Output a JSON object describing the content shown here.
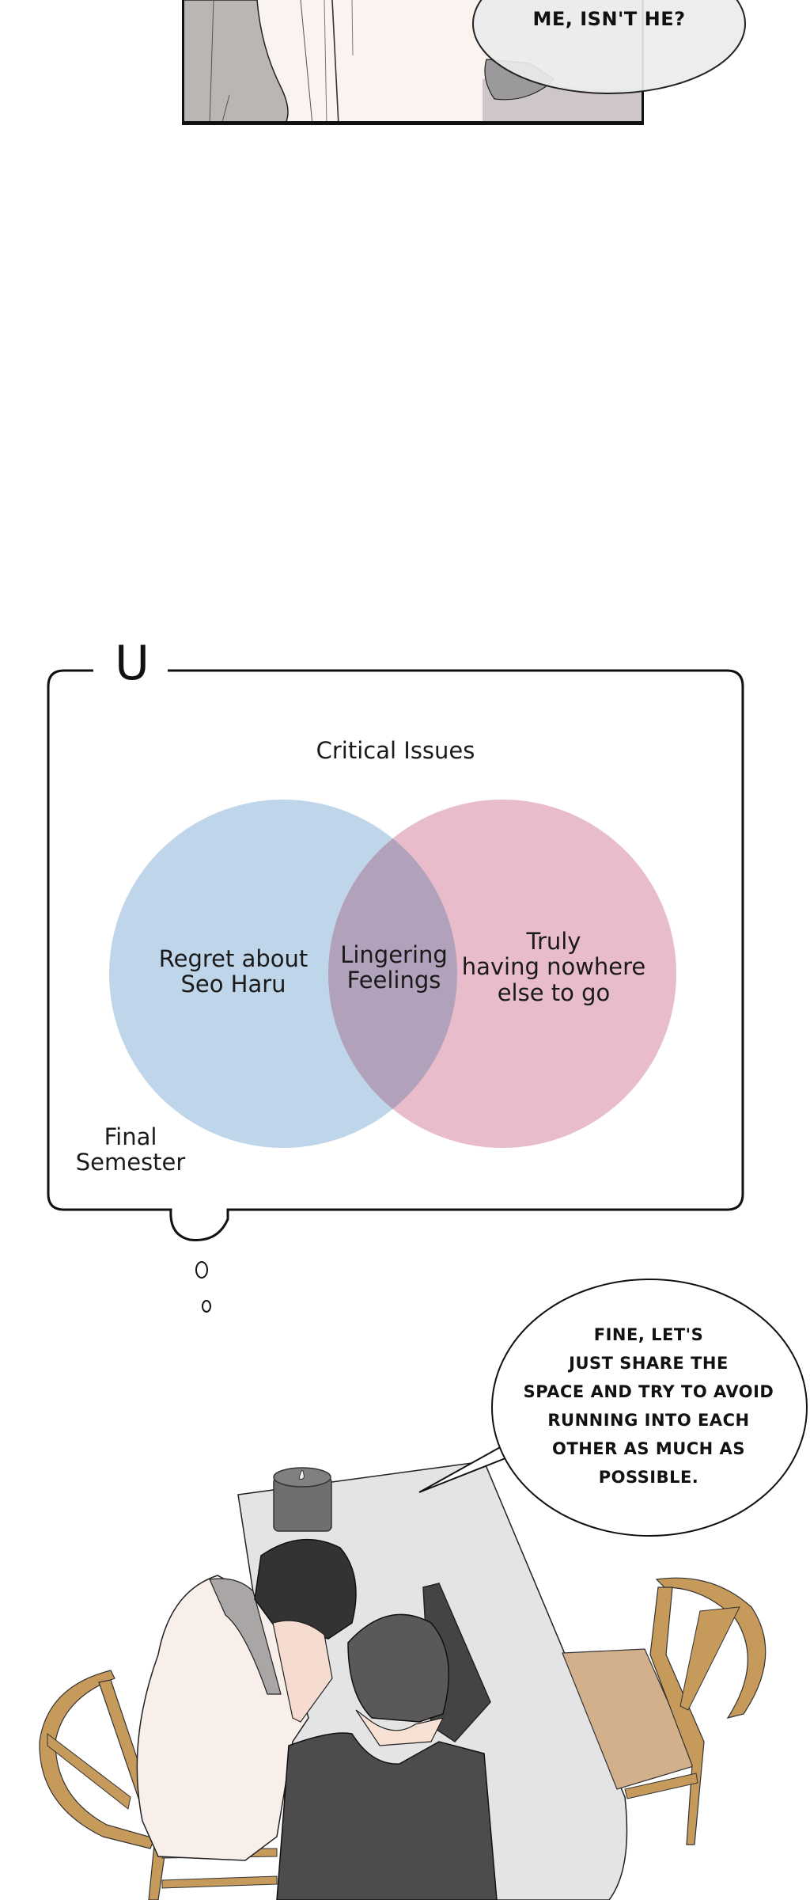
{
  "top_panel": {
    "speech_bubble_text": "ME, ISN'T HE?"
  },
  "thought_box": {
    "initial": "U",
    "title": "Critical Issues",
    "corner_label": [
      "Final",
      "Semester"
    ],
    "colors": {
      "left_circle": "#bfd5ea",
      "right_circle": "#e8bccb",
      "overlap": "#b1a1bb",
      "outline": "#111111"
    }
  },
  "chart_data": {
    "type": "venn",
    "title": "Critical Issues",
    "sets": [
      {
        "name": "left",
        "label": [
          "Regret about",
          "Seo Haru"
        ],
        "color": "#bfd5ea"
      },
      {
        "name": "right",
        "label": [
          "Truly",
          "having nowhere",
          "else to go"
        ],
        "color": "#e8bccb"
      }
    ],
    "intersection": {
      "label": [
        "Lingering",
        "Feelings"
      ],
      "color": "#b1a1bb"
    },
    "annotation": [
      "Final",
      "Semester"
    ]
  },
  "bottom_panel": {
    "speech_bubble_lines": [
      "FINE, LET'S",
      "JUST SHARE THE",
      "SPACE AND TRY TO AVOID",
      "RUNNING INTO EACH",
      "OTHER AS MUCH AS",
      "POSSIBLE."
    ]
  }
}
